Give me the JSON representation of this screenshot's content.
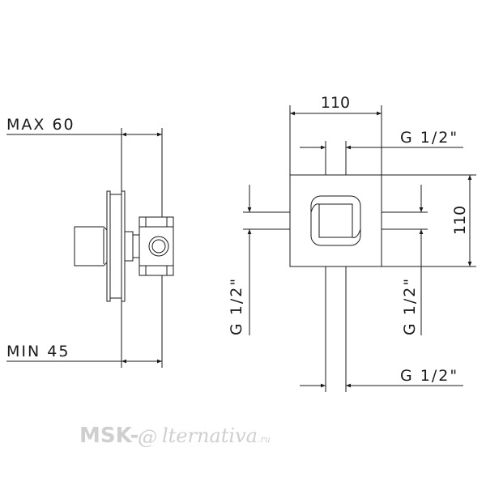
{
  "labels": {
    "max_depth": "MAX 60",
    "min_depth": "MIN 45",
    "width": "110",
    "height": "110",
    "thread_top": "G 1/2\"",
    "thread_bottom": "G 1/2\"",
    "thread_left": "G 1/2\"",
    "thread_right": "G 1/2\""
  },
  "watermark": {
    "brand": "MSK-",
    "at_sign": "@",
    "script": "lternativa",
    "suffix": ".ru"
  },
  "colors": {
    "line": "#1a1a1a",
    "watermark": "#cfcfcf"
  }
}
